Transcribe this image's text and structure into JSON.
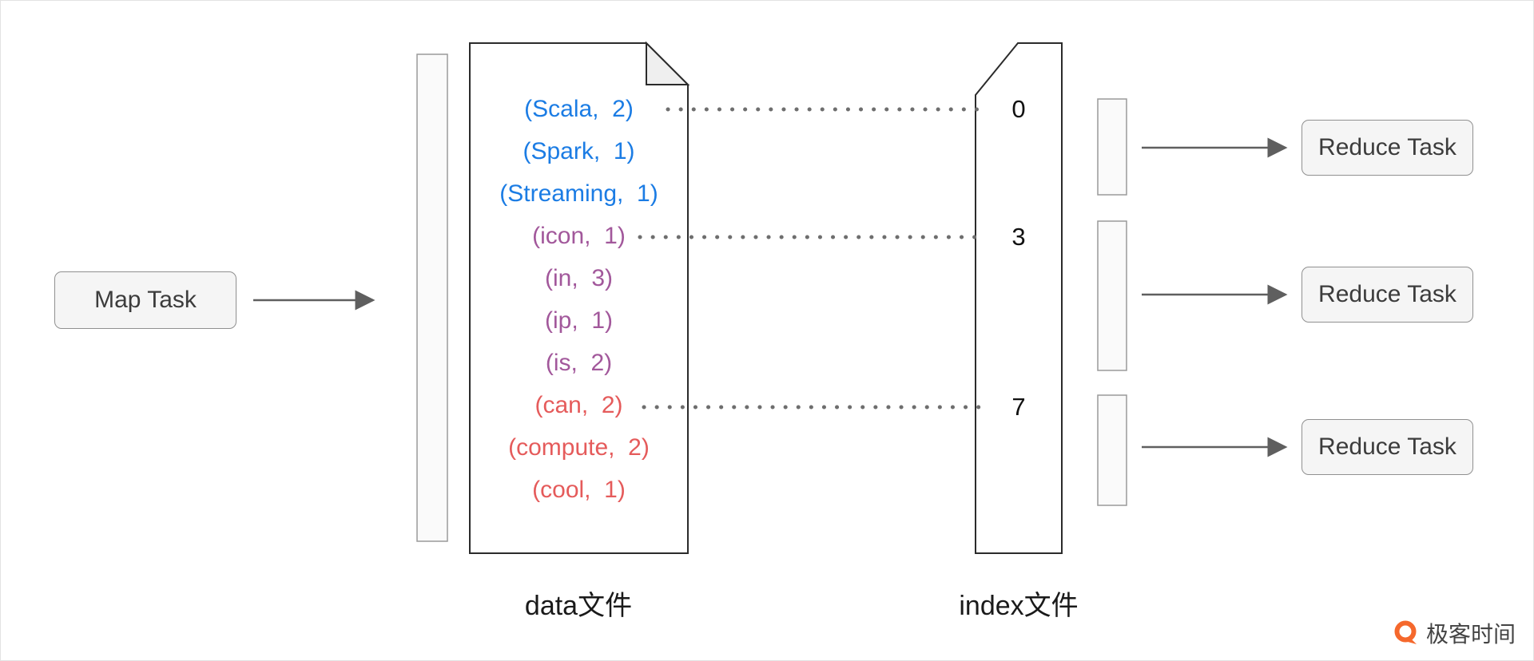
{
  "palette": {
    "blue": "#1B7CE4",
    "purple": "#A2589B",
    "red": "#E55B5B",
    "shape_stroke": "#2B2B2B",
    "bracket_stroke": "#9A9A9A",
    "bracket_fill": "#FAFAFA",
    "arrow": "#5F5F5F",
    "dot": "#6E6E6E",
    "brand_orange": "#F5682C"
  },
  "map_task": {
    "label": "Map Task"
  },
  "datafile": {
    "caption": "data文件",
    "rows": [
      {
        "text": "(Scala,  2)",
        "group": "blue"
      },
      {
        "text": "(Spark,  1)",
        "group": "blue"
      },
      {
        "text": "(Streaming,  1)",
        "group": "blue"
      },
      {
        "text": "(icon,  1)",
        "group": "purple"
      },
      {
        "text": "(in,  3)",
        "group": "purple"
      },
      {
        "text": "(ip,  1)",
        "group": "purple"
      },
      {
        "text": "(is,  2)",
        "group": "purple"
      },
      {
        "text": "(can,  2)",
        "group": "red"
      },
      {
        "text": "(compute,  2)",
        "group": "red"
      },
      {
        "text": "(cool,  1)",
        "group": "red"
      }
    ]
  },
  "indexfile": {
    "caption": "index文件",
    "entries": [
      {
        "value": "0"
      },
      {
        "value": "3"
      },
      {
        "value": "7"
      }
    ]
  },
  "reduce_tasks": [
    {
      "label": "Reduce Task"
    },
    {
      "label": "Reduce Task"
    },
    {
      "label": "Reduce Task"
    }
  ],
  "brand": {
    "name": "极客时间"
  }
}
